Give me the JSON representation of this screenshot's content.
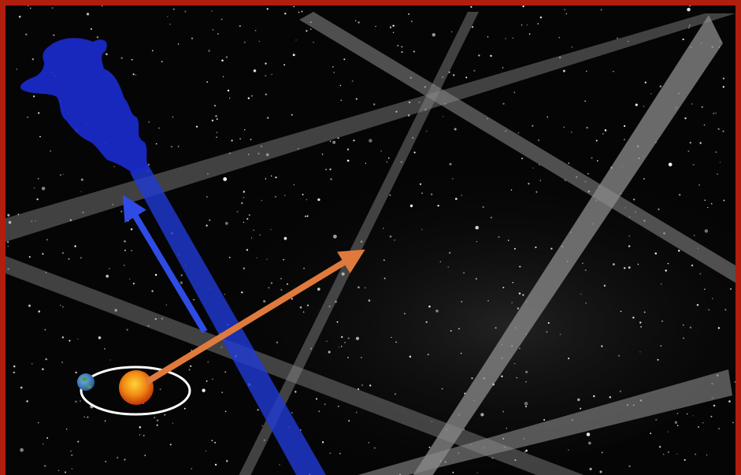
{
  "scene": {
    "frame_color": "#b01e0e",
    "background_color": "#050505",
    "objects": [
      {
        "name": "galaxy-cloud",
        "kind": "blue irregular cloud (source region)",
        "color": "#1a2acc"
      },
      {
        "name": "blue-beam",
        "kind": "translucent blue beam",
        "color": "#1f3ad6"
      },
      {
        "name": "blue-arrow",
        "kind": "arrow pointing toward galaxy cloud",
        "color": "#2f4be6"
      },
      {
        "name": "orange-arrow",
        "kind": "arrow from sun outward",
        "color": "#e07a3c"
      },
      {
        "name": "sun",
        "kind": "star",
        "color": "#f2a21b"
      },
      {
        "name": "earth",
        "kind": "planet",
        "color": "#3a7fc0"
      },
      {
        "name": "earth-orbit",
        "kind": "orbit ellipse",
        "color": "#ffffff"
      }
    ],
    "streaks": {
      "count": 7,
      "color": "#8c8c8c"
    }
  }
}
